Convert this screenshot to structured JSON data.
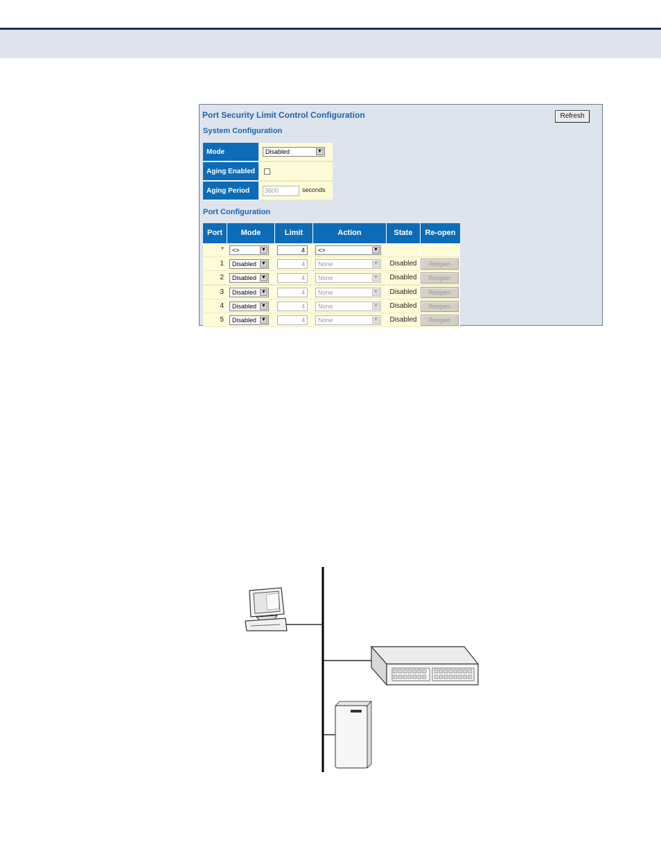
{
  "page": {
    "title": "Port Security Limit Control Configuration",
    "refresh_label": "Refresh"
  },
  "system_config": {
    "title": "System Configuration",
    "mode_label": "Mode",
    "mode_value": "Disabled",
    "aging_enabled_label": "Aging Enabled",
    "aging_enabled_checked": false,
    "aging_period_label": "Aging Period",
    "aging_period_value": "3600",
    "aging_period_unit": "seconds"
  },
  "port_config": {
    "title": "Port Configuration",
    "headers": [
      "Port",
      "Mode",
      "Limit",
      "Action",
      "State",
      "Re-open"
    ],
    "wildcard_row": {
      "port": "*",
      "mode": "<>",
      "limit": "4",
      "action": "<>"
    },
    "rows": [
      {
        "port": "1",
        "mode": "Disabled",
        "limit": "4",
        "action": "None",
        "state": "Disabled",
        "reopen": "Reopen"
      },
      {
        "port": "2",
        "mode": "Disabled",
        "limit": "4",
        "action": "None",
        "state": "Disabled",
        "reopen": "Reopen"
      },
      {
        "port": "3",
        "mode": "Disabled",
        "limit": "4",
        "action": "None",
        "state": "Disabled",
        "reopen": "Reopen"
      },
      {
        "port": "4",
        "mode": "Disabled",
        "limit": "4",
        "action": "None",
        "state": "Disabled",
        "reopen": "Reopen"
      },
      {
        "port": "5",
        "mode": "Disabled",
        "limit": "4",
        "action": "None",
        "state": "Disabled",
        "reopen": "Reopen"
      }
    ]
  },
  "diagram": {
    "devices": [
      "computer-icon",
      "switch-icon",
      "server-icon"
    ]
  },
  "colors": {
    "header_blue": "#0d6cb7",
    "title_blue": "#2063ad",
    "panel_bg": "#dde4ed",
    "cell_bg": "#fefbd7"
  }
}
